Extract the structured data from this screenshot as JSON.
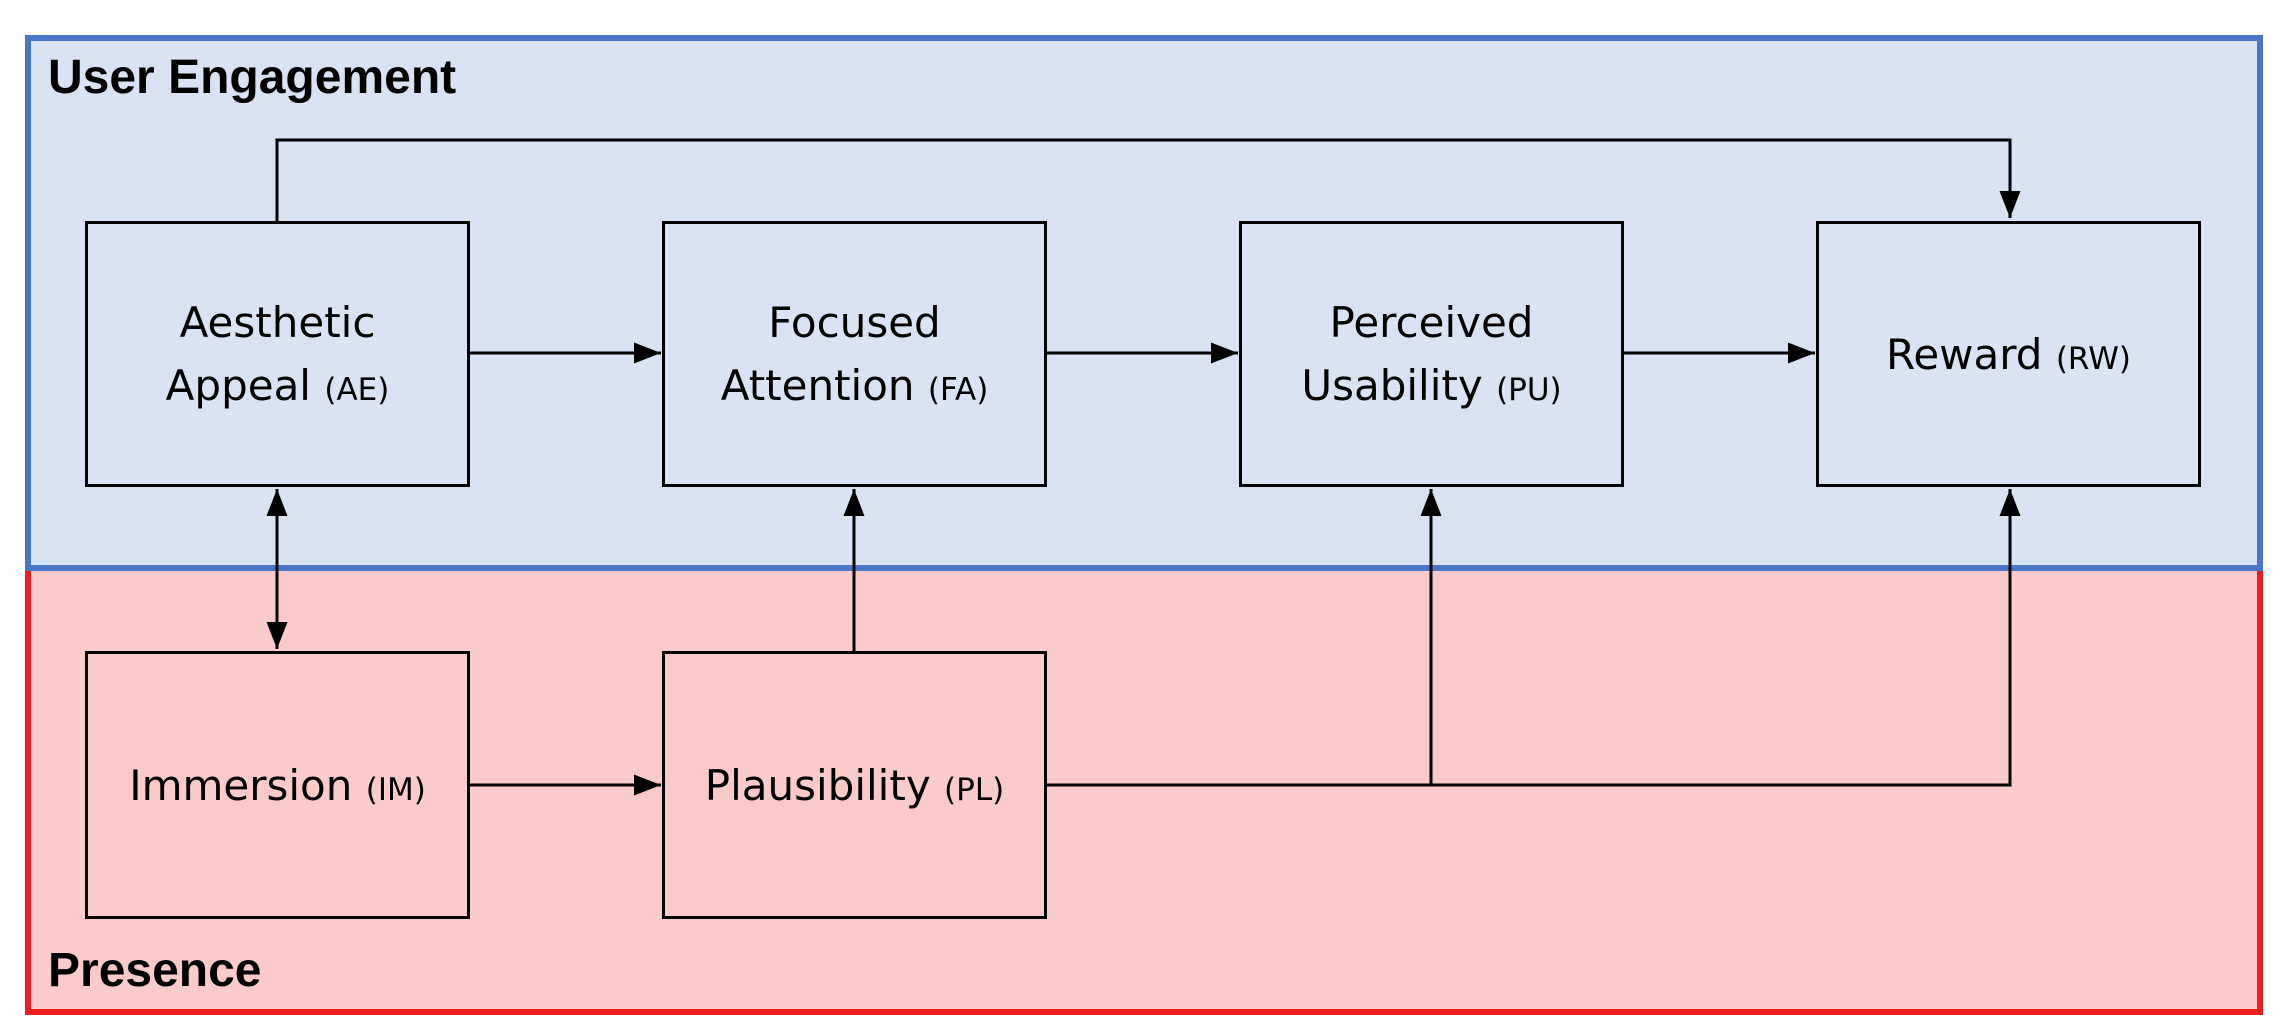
{
  "regions": {
    "engagement": {
      "title": "User Engagement",
      "border_color": "#4a76c9",
      "fill_color": "#dae3f3"
    },
    "presence": {
      "title": "Presence",
      "border_color": "#ee1c1c",
      "fill_color": "#fbcaca"
    }
  },
  "nodes": {
    "ae": {
      "line1": "Aesthetic",
      "line2": "Appeal",
      "abbr": "(AE)"
    },
    "fa": {
      "line1": "Focused",
      "line2": "Attention",
      "abbr": "(FA)"
    },
    "pu": {
      "line1": "Perceived",
      "line2": "Usability",
      "abbr": "(PU)"
    },
    "rw": {
      "line1": "Reward",
      "abbr": "(RW)"
    },
    "im": {
      "line1": "Immersion",
      "abbr": "(IM)"
    },
    "pl": {
      "line1": "Plausibility",
      "abbr": "(PL)"
    }
  },
  "edges": [
    {
      "from": "AE",
      "to": "FA"
    },
    {
      "from": "FA",
      "to": "PU"
    },
    {
      "from": "PU",
      "to": "RW"
    },
    {
      "from": "AE",
      "to": "RW"
    },
    {
      "from": "AE",
      "to": "IM",
      "bidirectional": true
    },
    {
      "from": "IM",
      "to": "PL"
    },
    {
      "from": "PL",
      "to": "FA"
    },
    {
      "from": "PL",
      "to": "PU"
    },
    {
      "from": "PL",
      "to": "RW"
    }
  ]
}
